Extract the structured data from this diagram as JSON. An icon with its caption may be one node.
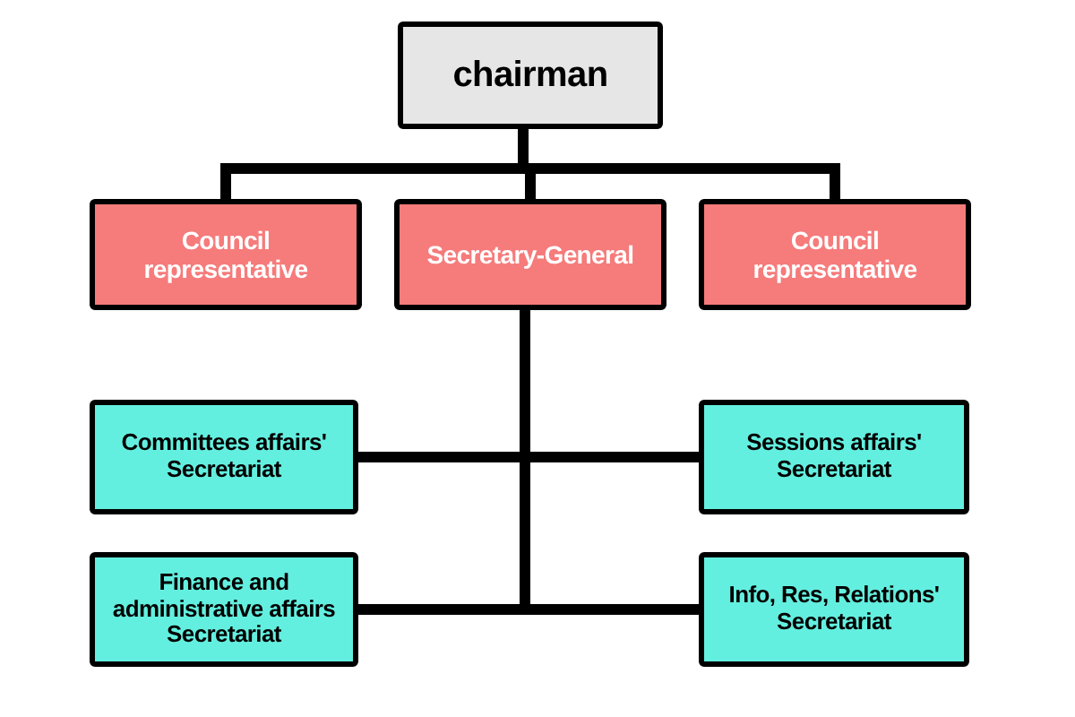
{
  "diagram": {
    "nodes": [
      {
        "text": [
          "chairman"
        ]
      },
      {
        "text": [
          "Council representative"
        ]
      },
      {
        "text": [
          "Secretary-General"
        ]
      },
      {
        "text": [
          "Council representative"
        ]
      },
      {
        "text": [
          "Committees affairs' Secretariat"
        ]
      },
      {
        "text": [
          "Sessions affairs' Secretariat"
        ]
      },
      {
        "text": [
          "Finance and administrative affairs Secretariat"
        ]
      },
      {
        "text": [
          "Info, Res, Relations' Secretariat"
        ]
      }
    ],
    "edges": [
      {
        "from": 0,
        "to": 1,
        "arrow": "none"
      },
      {
        "from": 0,
        "to": 2,
        "arrow": "none"
      },
      {
        "from": 0,
        "to": 3,
        "arrow": "none"
      },
      {
        "from": 2,
        "to": 4,
        "arrow": "none"
      },
      {
        "from": 2,
        "to": 5,
        "arrow": "none"
      },
      {
        "from": 2,
        "to": 6,
        "arrow": "none"
      },
      {
        "from": 2,
        "to": 7,
        "arrow": "none"
      }
    ]
  }
}
